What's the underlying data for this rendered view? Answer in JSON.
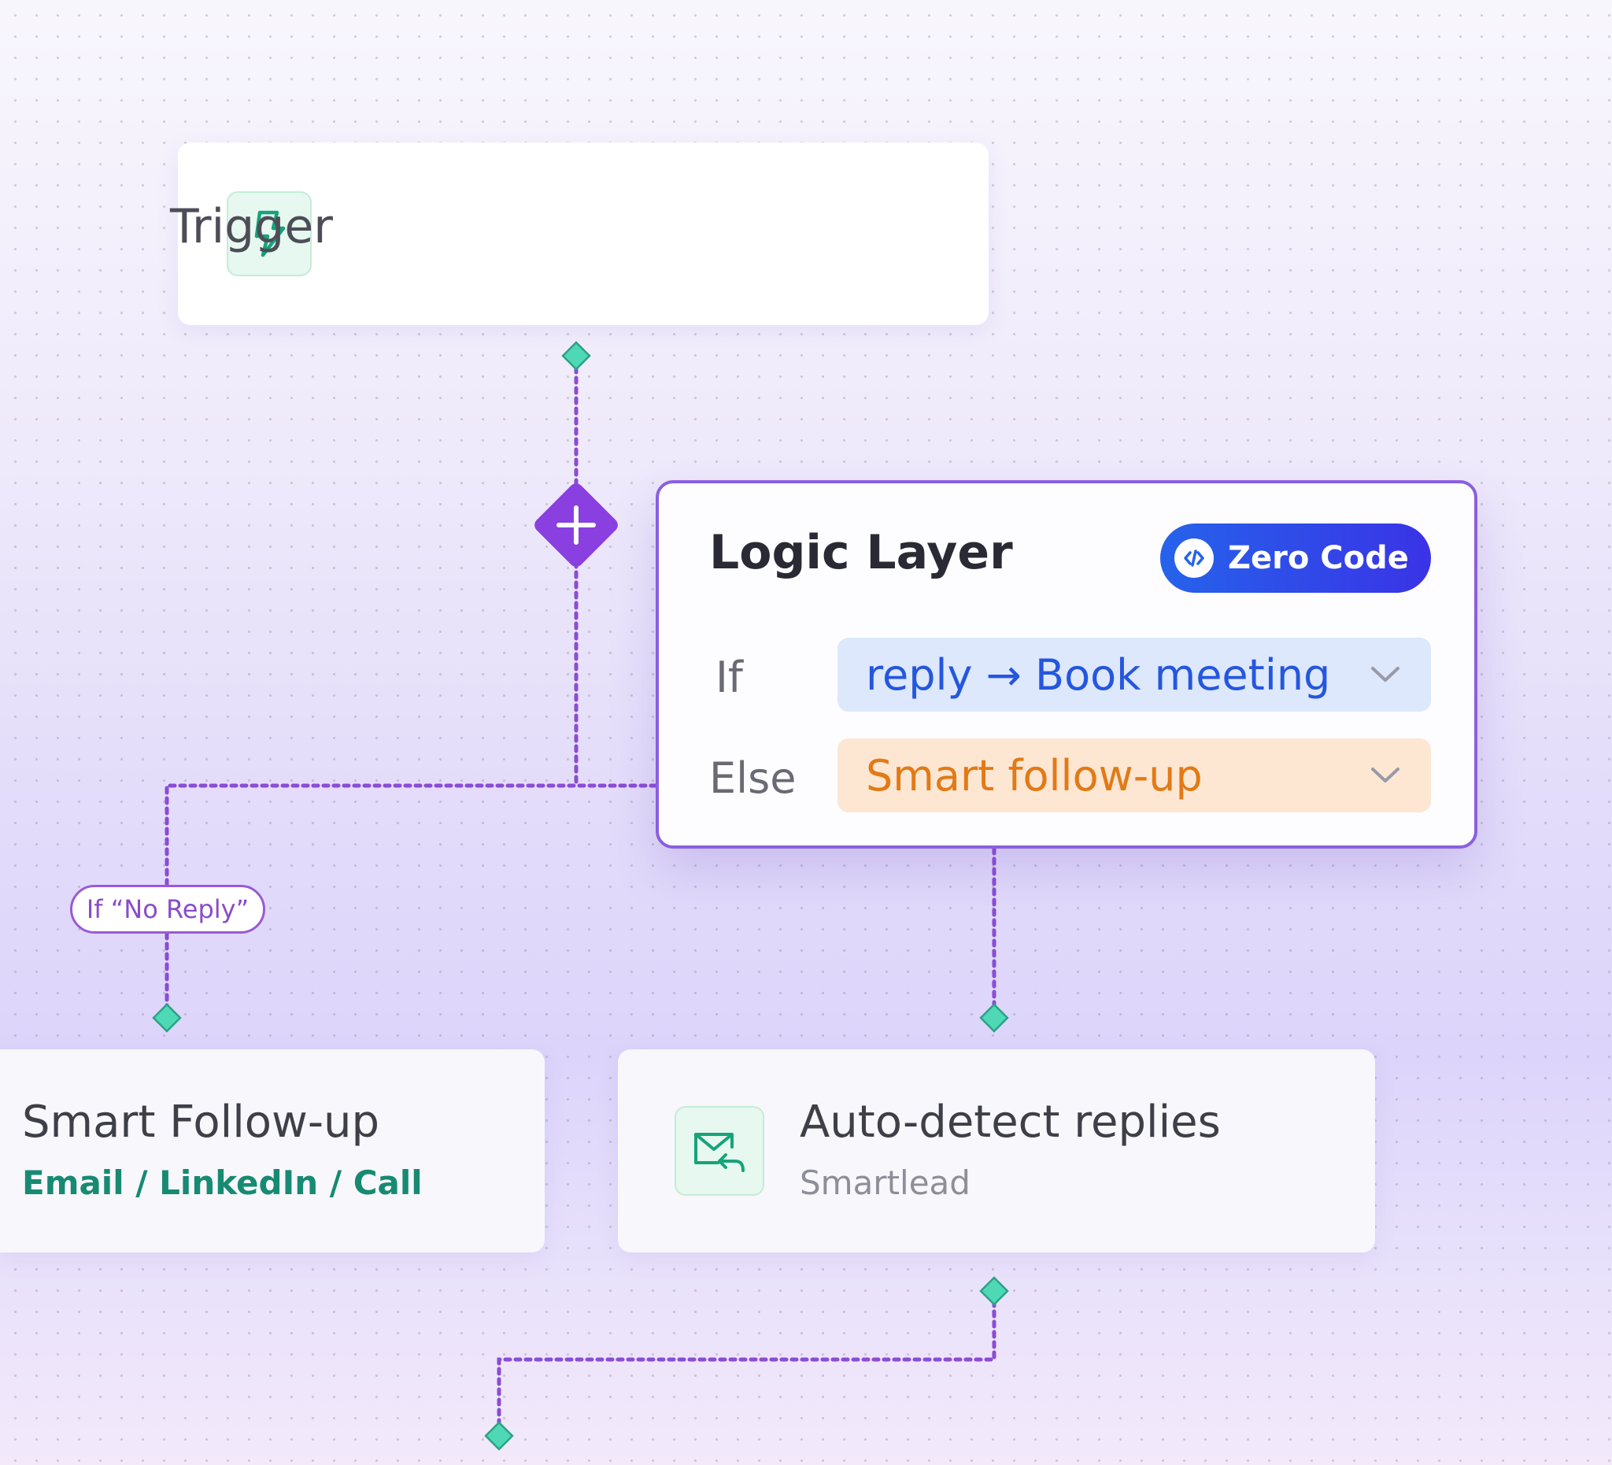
{
  "trigger": {
    "title": "Trigger",
    "icon": "lightning-icon"
  },
  "logic_layer": {
    "title": "Logic Layer",
    "badge": {
      "label": "Zero Code",
      "icon": "code-icon"
    },
    "if_row": {
      "label": "If",
      "value": "reply → Book meeting"
    },
    "else_row": {
      "label": "Else",
      "value": "Smart follow-up"
    }
  },
  "branch_label": "If “No Reply”",
  "smart_followup": {
    "title": "Smart Follow-up",
    "subtitle": "Email / LinkedIn / Call"
  },
  "auto_detect": {
    "title": "Auto-detect replies",
    "subtitle": "Smartlead",
    "icon": "mail-reply-icon"
  },
  "colors": {
    "accent_purple": "#8b5fe0",
    "connector_purple": "#8a4cd6",
    "node_teal": "#4fd8b5",
    "zero_code_blue": "#2563eb",
    "if_blue": "#2556e0",
    "else_orange": "#e27a16",
    "subtitle_green": "#178a72"
  }
}
